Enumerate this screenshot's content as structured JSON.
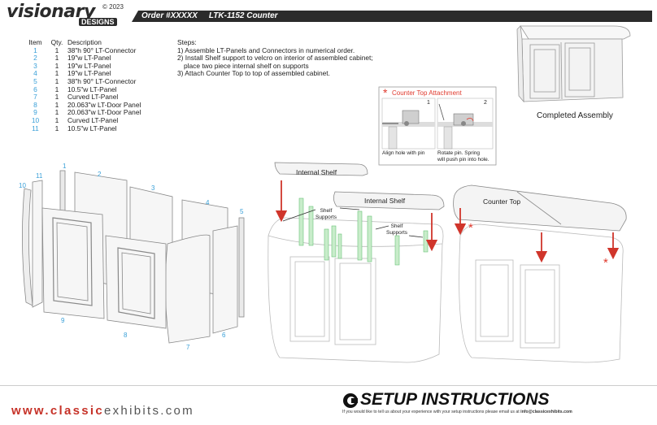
{
  "header": {
    "logo": "visionary",
    "logo_sub": "DESIGNS",
    "copyright": "© 2023",
    "order": "Order #XXXXX",
    "product": "LTK-1152 Counter"
  },
  "parts_list": {
    "columns": [
      "Item",
      "Qty.",
      "Description"
    ],
    "rows": [
      {
        "item": "1",
        "qty": "1",
        "desc": "38\"h 90° LT-Connector"
      },
      {
        "item": "2",
        "qty": "1",
        "desc": "19\"w LT-Panel"
      },
      {
        "item": "3",
        "qty": "1",
        "desc": "19\"w LT-Panel"
      },
      {
        "item": "4",
        "qty": "1",
        "desc": "19\"w LT-Panel"
      },
      {
        "item": "5",
        "qty": "1",
        "desc": "38\"h 90° LT-Connector"
      },
      {
        "item": "6",
        "qty": "1",
        "desc": "10.5\"w LT-Panel"
      },
      {
        "item": "7",
        "qty": "1",
        "desc": "Curved LT-Panel"
      },
      {
        "item": "8",
        "qty": "1",
        "desc": "20.063\"w LT-Door Panel"
      },
      {
        "item": "9",
        "qty": "1",
        "desc": "20.063\"w LT-Door Panel"
      },
      {
        "item": "10",
        "qty": "1",
        "desc": "Curved LT-Panel"
      },
      {
        "item": "11",
        "qty": "1",
        "desc": "10.5\"w LT-Panel"
      }
    ]
  },
  "steps": {
    "title": "Steps:",
    "lines": [
      "1) Assemble LT-Panels and Connectors in numerical order.",
      "2) Install Shelf support to velcro on interior of assembled cabinet;",
      "    place two piece internal shelf on supports",
      "3) Attach Counter Top to top of assembled cabinet."
    ]
  },
  "completed": {
    "label": "Completed Assembly"
  },
  "counter_top_attachment": {
    "title": "Counter Top Attachment",
    "step1_num": "1",
    "step2_num": "2",
    "caption1": "Align hole with pin",
    "caption2_line1": "Rotate pin. Spring",
    "caption2_line2": "will push pin into hole."
  },
  "exploded_view": {
    "numbers": [
      "1",
      "2",
      "3",
      "4",
      "5",
      "6",
      "7",
      "8",
      "9",
      "10",
      "11"
    ]
  },
  "shelf_view": {
    "internal_shelf_1": "Internal Shelf",
    "internal_shelf_2": "Internal Shelf",
    "shelf_supports_1_line1": "Shelf",
    "shelf_supports_1_line2": "Supports",
    "shelf_supports_2_line1": "Shelf",
    "shelf_supports_2_line2": "Supports"
  },
  "top_view": {
    "counter_top": "Counter Top"
  },
  "footer": {
    "url_prefix": "www.",
    "url_bold": "classic",
    "url_rest": "exhibits.com",
    "title": "SETUP INSTRUCTIONS",
    "feedback_pre": "If you would like to tell us about your experience with your setup instructions please email us at ",
    "feedback_email": "info@classicexhibits.com"
  },
  "colors": {
    "accent_red": "#e03a2e",
    "number_blue": "#3aa0d8",
    "support_green": "#7fd08a"
  }
}
